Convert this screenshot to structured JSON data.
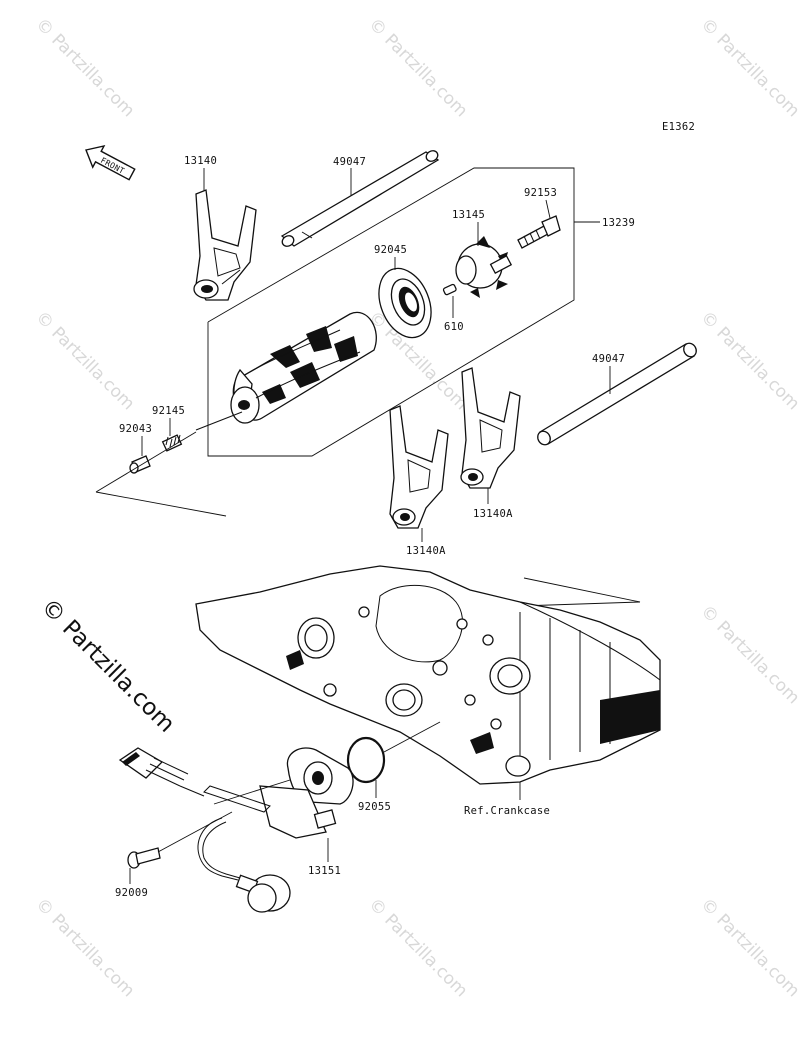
{
  "diagram_code": "E1362",
  "front_label": "FRONT",
  "watermark": "© Partzilla.com",
  "watermark_large": "© Partzilla.com",
  "parts": {
    "p13140": "13140",
    "p49047_top": "49047",
    "p92153": "92153",
    "p13145": "13145",
    "p13239": "13239",
    "p92045": "92045",
    "p610": "610",
    "p92145": "92145",
    "p92043": "92043",
    "p49047_right": "49047",
    "p13140A_upper": "13140A",
    "p13140A_lower": "13140A",
    "p92055": "92055",
    "p13151": "13151",
    "p92009": "92009",
    "ref_crankcase": "Ref.Crankcase"
  }
}
